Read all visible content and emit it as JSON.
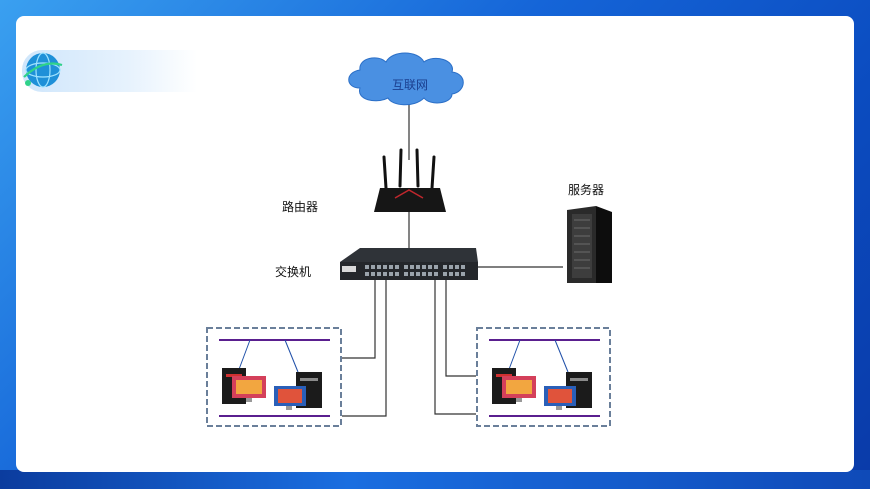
{
  "diagram": {
    "cloud_label": "互联网",
    "router_label": "路由器",
    "switch_label": "交换机",
    "server_label": "服务器"
  },
  "colors": {
    "cloud_fill": "#4a90e2",
    "link_line": "#333333",
    "lan_bus": "#5a1f8f",
    "group_border": "#6a7f9a"
  }
}
